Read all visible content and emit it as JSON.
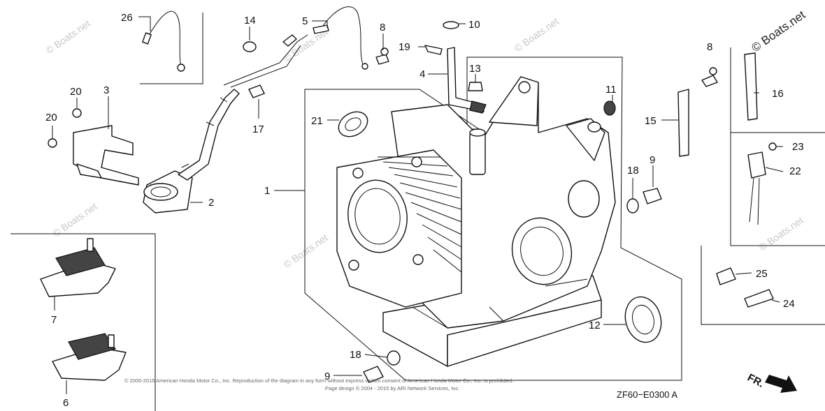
{
  "callouts": [
    {
      "n": "26"
    },
    {
      "n": "14"
    },
    {
      "n": "5"
    },
    {
      "n": "8"
    },
    {
      "n": "10"
    },
    {
      "n": "19"
    },
    {
      "n": "8"
    },
    {
      "n": "4"
    },
    {
      "n": "13"
    },
    {
      "n": "20"
    },
    {
      "n": "3"
    },
    {
      "n": "20"
    },
    {
      "n": "17"
    },
    {
      "n": "21"
    },
    {
      "n": "11"
    },
    {
      "n": "15"
    },
    {
      "n": "16"
    },
    {
      "n": "23"
    },
    {
      "n": "22"
    },
    {
      "n": "18"
    },
    {
      "n": "9"
    },
    {
      "n": "1"
    },
    {
      "n": "2"
    },
    {
      "n": "7"
    },
    {
      "n": "6"
    },
    {
      "n": "25"
    },
    {
      "n": "24"
    },
    {
      "n": "12"
    },
    {
      "n": "18"
    },
    {
      "n": "9"
    }
  ],
  "watermarks": {
    "main": "© Boats.net",
    "repeat": "© Boats.net"
  },
  "footer": {
    "copyright": "© 2000-2015 American Honda Motor Co., Inc. Reproduction of the diagram in any form without express written consent of American Honda Motor Co., Inc. is prohibited.",
    "page_design": "Page design © 2004 - 2015 by ARI Network Services, Inc."
  },
  "diagram_code": "ZF60−E0300 A",
  "front_label": "FR."
}
